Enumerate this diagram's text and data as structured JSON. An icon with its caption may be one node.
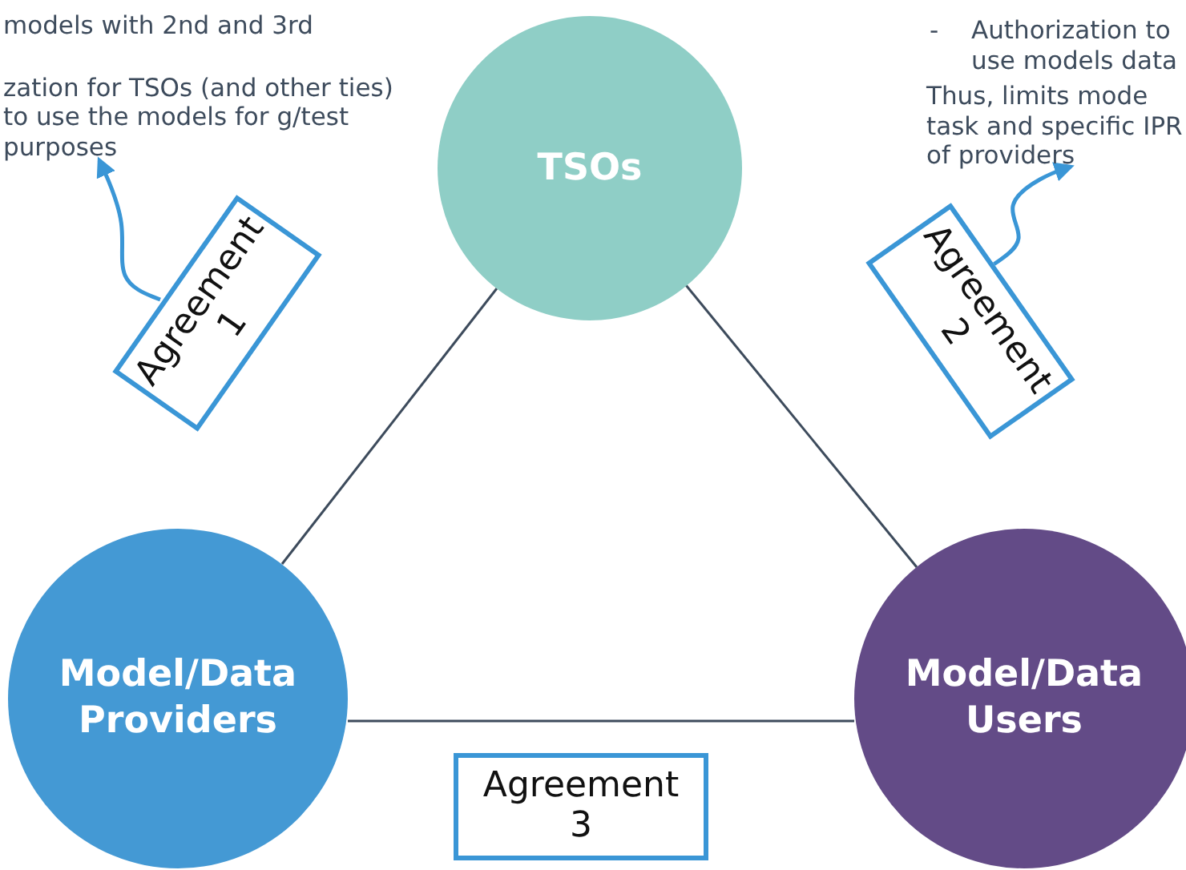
{
  "diagram": {
    "nodes": [
      {
        "text": [
          "TSOs"
        ]
      },
      {
        "text": [
          "Model/Data Providers"
        ]
      },
      {
        "text": [
          "Model/Data Users"
        ]
      },
      {
        "text": [
          "Agreement 1"
        ]
      },
      {
        "text": [
          "Agreement 2"
        ]
      },
      {
        "text": [
          "Agreement 3"
        ]
      },
      {
        "text": [
          "models with 2nd and  3rd",
          "zation for TSOs (and other ties) to use the models for g/test purposes"
        ]
      },
      {
        "text": [
          "-",
          "Authorization to use models data",
          "Thus, limits mode task and specific IPR of providers"
        ]
      }
    ],
    "edges": [
      {
        "from": 0,
        "to": 1,
        "arrow": "none"
      },
      {
        "from": 0,
        "to": 2,
        "arrow": "none"
      },
      {
        "from": 1,
        "to": 2,
        "arrow": "none"
      },
      {
        "from": 3,
        "to": 6,
        "arrow": "to",
        "color": "#3a96d6"
      },
      {
        "from": 4,
        "to": 7,
        "arrow": "to",
        "color": "#3a96d6"
      }
    ]
  }
}
